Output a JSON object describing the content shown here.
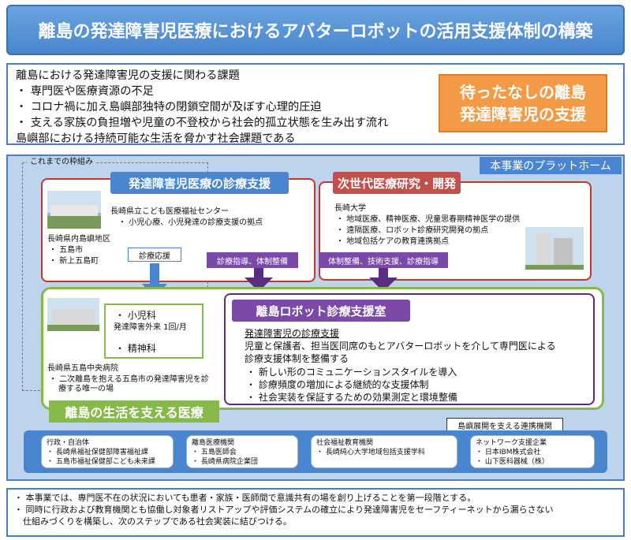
{
  "title": "離島の発達障害児医療におけるアバターロボットの活用支援体制の構築",
  "issues": {
    "heading": "離島における発達障害児の支援に関わる課題",
    "bullets": [
      "・ 専門医や医療資源の不足",
      "・ コロナ禍に加え島嶼部独特の閉鎖空間が及ぼす心理的圧迫",
      "・ 支える家族の負担増や児童の不登校から社会的孤立状態を生み出す流れ"
    ],
    "conclusion": "島嶼部における持続可能な生活を脅かす社会課題である"
  },
  "callout": {
    "line1": "待ったなしの離島",
    "line2": "発達障害児の支援"
  },
  "platform_label": "本事業のプラットホーム",
  "previous_label": "これまでの枠組み",
  "diagnosis_support": {
    "header": "発達障害児医療の診療支援",
    "center_name": "長崎県立こども医療福祉センター",
    "center_desc": "・ 小児心療、小児発達の診療支援の拠点",
    "region": "長崎県内島嶼地区",
    "region_items": [
      "・ 五島市",
      "・ 新上五島町"
    ],
    "support_label": "診療応援"
  },
  "research": {
    "header": "次世代医療研究・開発",
    "org": "長崎大学",
    "items": [
      "・ 地域医療、精神医療、児童思春期精神医学の提供",
      "・ 遠隔医療、ロボット診療研究開発の拠点",
      "・ 地域包括ケアの教育連携拠点"
    ]
  },
  "arrow_labels": {
    "left": "診療指導、体制整備",
    "right": "体制整備、技術支援、診療指導"
  },
  "hospital": {
    "depts": [
      "・ 小児科",
      "発達障害外来 1回/月",
      "・ 精神科"
    ],
    "name": "長崎県五島中央病院",
    "desc1": "・ 二次離島を抱える五島市の発達障害児を診",
    "desc2": "療する唯一の場"
  },
  "robot_office": {
    "header": "離島ロボット診療支援室",
    "subtitle": "発達障害児の診療支援",
    "desc1": "児童と保護者、担当医同席のもとアバターロボットを介して専門医による",
    "desc2": "診療支援体制を整備する",
    "bullets": [
      "・ 新しい形のコミュニケーションスタイルを導入",
      "・ 診療頻度の増加による継続的な支援体制",
      "・ 社会実装を保証するための効果測定と環境整備"
    ]
  },
  "life_support_label": "離島の生活を支える医療",
  "partners_label": "島嶼展開を支える連携機関",
  "partners": [
    {
      "title": "行政・自治体",
      "items": [
        "・ 長崎県福祉保健部障害福祉課",
        "・ 五島市福祉保健部こども未来課"
      ]
    },
    {
      "title": "離島医療機関",
      "items": [
        "・ 五島医師会",
        "・ 長崎県病院企業団"
      ]
    },
    {
      "title": "社会福祉教育機関",
      "items": [
        "・ 長崎純心大学地域包括支援学科"
      ]
    },
    {
      "title": "ネットワーク支援企業",
      "items": [
        "・ 日本IBM株式会社",
        "・ 山下医科器械（株）"
      ]
    }
  ],
  "footer": [
    "・ 本事業では、専門医不在の状況においても患者・家族・医師間で意識共有の場を創り上げることを第一段階とする。",
    "・ 同時に行政および教育機関とも協働し対象者リストアップや評価システムの確立により発達障害児をセーフティーネットから漏らさない",
    "　仕組みづくりを構築し、次のステップである社会実装に結びつける。"
  ]
}
